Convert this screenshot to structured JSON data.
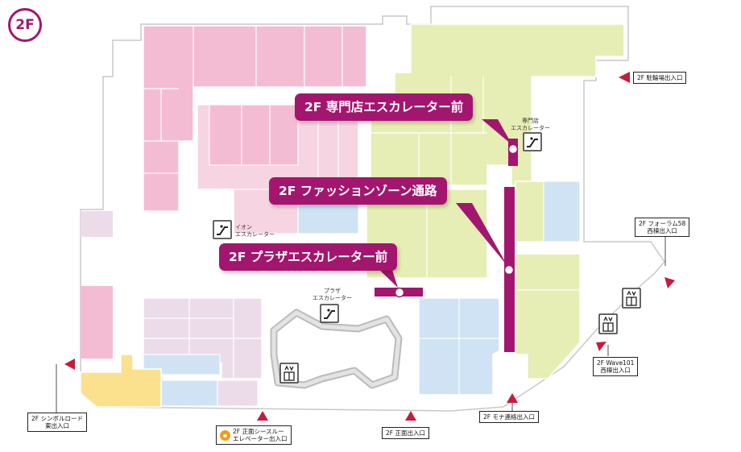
{
  "floor": {
    "badge": "2F"
  },
  "colors": {
    "magenta": "#a3166f",
    "pink": "#f4bcd2",
    "light_pink": "#f7d4e2",
    "lavender": "#ecdcea",
    "green": "#e6eeb5",
    "blue": "#cfe3f4",
    "yellow": "#fbe08e",
    "corridor": "#ffffff",
    "wall": "#cccccc",
    "exit_marker": "#c41d3b"
  },
  "callouts": {
    "specialty_escalator": "2F 専門店エスカレーター前",
    "fashion_zone": "2F ファッションゾーン通路",
    "plaza_escalator": "2F プラザエスカレーター前"
  },
  "escalators": {
    "specialty": {
      "line1": "専門店",
      "line2": "エスカレーター",
      "icon": "escalator-icon"
    },
    "aeon": {
      "line1": "イオン",
      "line2": "エスカレーター",
      "icon": "escalator-icon"
    },
    "plaza": {
      "line1": "プラザ",
      "line2": "エスカレーター",
      "icon": "escalator-icon"
    }
  },
  "elevator_icon": "elevator-icon",
  "exits": {
    "bicycle_parking": {
      "line1": "2F 駐輪場出入口"
    },
    "forum58": {
      "line1": "2F フォーラム58",
      "line2": "西棟出入口"
    },
    "wave101": {
      "line1": "2F Wave101",
      "line2": "西棟出入口"
    },
    "mona": {
      "line1": "2F モナ連絡出入口"
    },
    "front": {
      "line1": "2F 正面出入口"
    },
    "seethrough_elevator": {
      "line1": "2F 正面シースルー",
      "line2": "エレベーター出入口",
      "icon": "paw-icon"
    },
    "symbol_road": {
      "line1": "2F シンボルロード",
      "line2": "東出入口"
    }
  }
}
